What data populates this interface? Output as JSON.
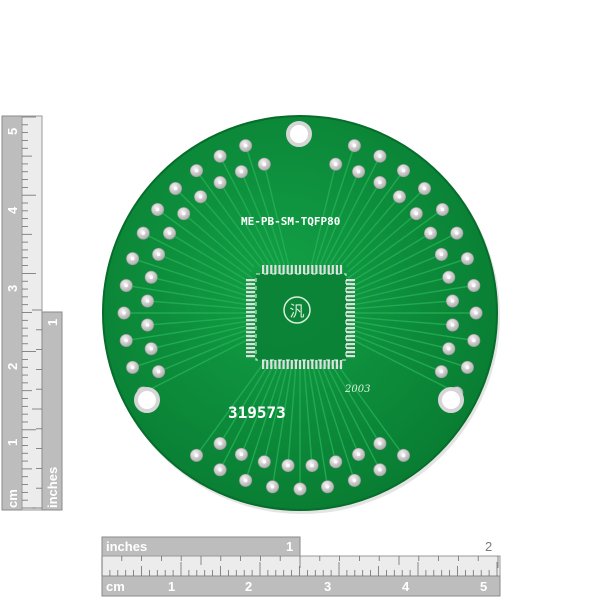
{
  "photo": {
    "subject": "circular TQFP80 breakout PCB",
    "colors": {
      "board": "#0c8a3a",
      "trace": "#1fa851",
      "pad": "#dcdcdc",
      "silkscreen": "#ffffff",
      "ruler": "#b8b8b8",
      "ruler_border": "#8a8a8a"
    }
  },
  "board": {
    "part_label": "ME-PB-SM-TQFP80",
    "serial": "319573",
    "year": "2003",
    "logo_glyph": "汎"
  },
  "ruler_left": {
    "inches_label": "inches",
    "cm_label": "cm",
    "inch_numbers": [
      "1"
    ],
    "cm_numbers": [
      "1",
      "2",
      "3",
      "4",
      "5"
    ]
  },
  "ruler_bottom": {
    "inches_label": "inches",
    "cm_label": "cm",
    "inch_numbers": [
      "1",
      "2"
    ],
    "cm_numbers": [
      "1",
      "2",
      "3",
      "4",
      "5"
    ]
  }
}
